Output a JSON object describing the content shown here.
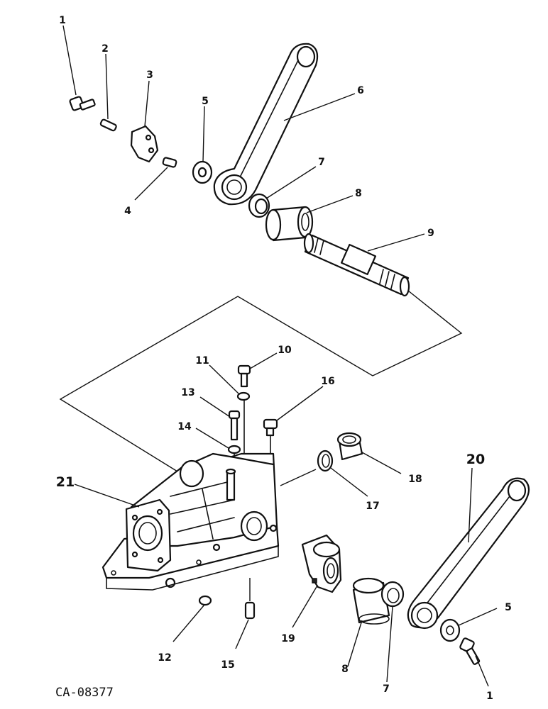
{
  "reference": "CA-08377",
  "callouts": {
    "c1a": "1",
    "c2": "2",
    "c3": "3",
    "c4": "4",
    "c5a": "5",
    "c6": "6",
    "c7a": "7",
    "c8a": "8",
    "c9": "9",
    "c10": "10",
    "c11": "11",
    "c12": "12",
    "c13": "13",
    "c14": "14",
    "c15": "15",
    "c16": "16",
    "c17": "17",
    "c18": "18",
    "c19": "19",
    "c20": "20",
    "c21": "21",
    "c5b": "5",
    "c8b": "8",
    "c7b": "7",
    "c1b": "1"
  }
}
